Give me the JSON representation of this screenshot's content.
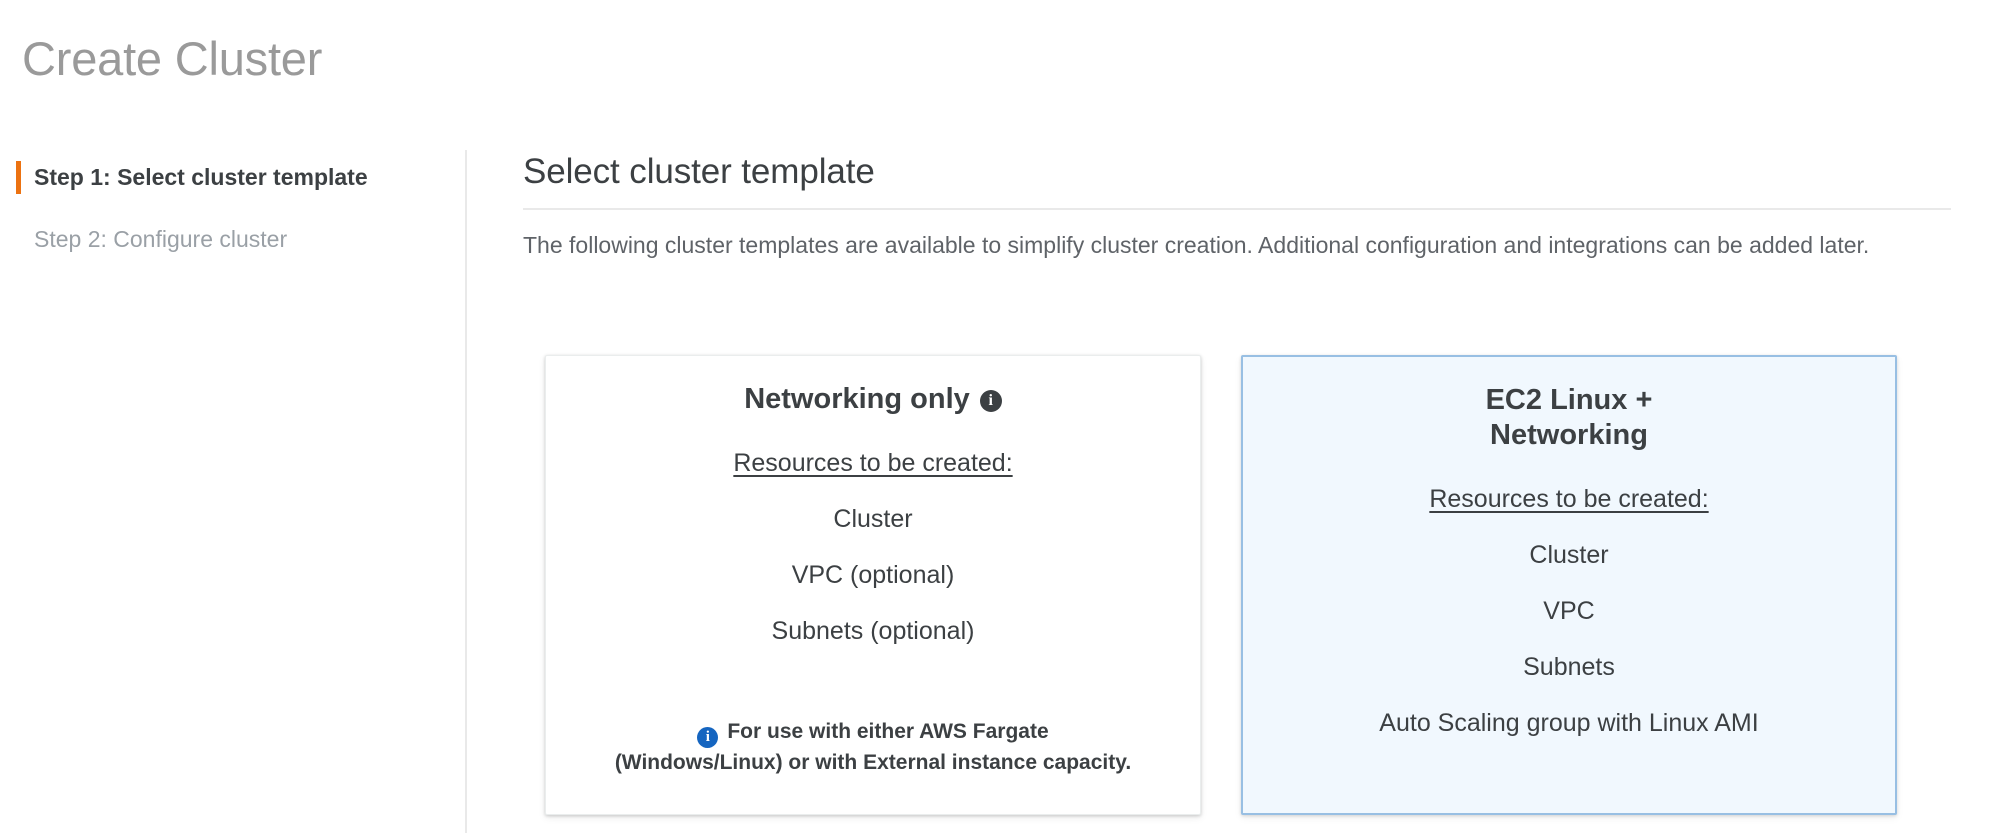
{
  "page": {
    "title": "Create Cluster"
  },
  "sidebar": {
    "steps": [
      {
        "label": "Step 1: Select cluster template",
        "state": "active"
      },
      {
        "label": "Step 2: Configure cluster",
        "state": "inactive"
      }
    ]
  },
  "main": {
    "heading": "Select cluster template",
    "description": "The following cluster templates are available to simplify cluster creation. Additional configuration and integrations can be added later."
  },
  "cards": [
    {
      "title": "Networking only",
      "has_title_info_icon": true,
      "title_info_icon": "info-icon",
      "resources_label": "Resources to be created:",
      "resources": [
        "Cluster",
        "VPC (optional)",
        "Subnets (optional)"
      ],
      "note_icon": "info-icon",
      "note": "For use with either AWS Fargate (Windows/Linux) or with External instance capacity.",
      "selected": false
    },
    {
      "title": "EC2 Linux +\nNetworking",
      "has_title_info_icon": false,
      "resources_label": "Resources to be created:",
      "resources": [
        "Cluster",
        "VPC",
        "Subnets",
        "Auto Scaling group with Linux AMI"
      ],
      "note": "",
      "selected": true
    }
  ],
  "colors": {
    "accent_orange": "#ec7211",
    "selected_card_bg": "#f1f8fe",
    "selected_card_border": "#98bfe3",
    "info_blue": "#1565c0",
    "title_gray": "#9a9a9a",
    "text_dark": "#3c4043",
    "text_muted": "#5f6368",
    "divider": "#e9e9e9"
  },
  "icons": {
    "info_glyph": "i"
  }
}
